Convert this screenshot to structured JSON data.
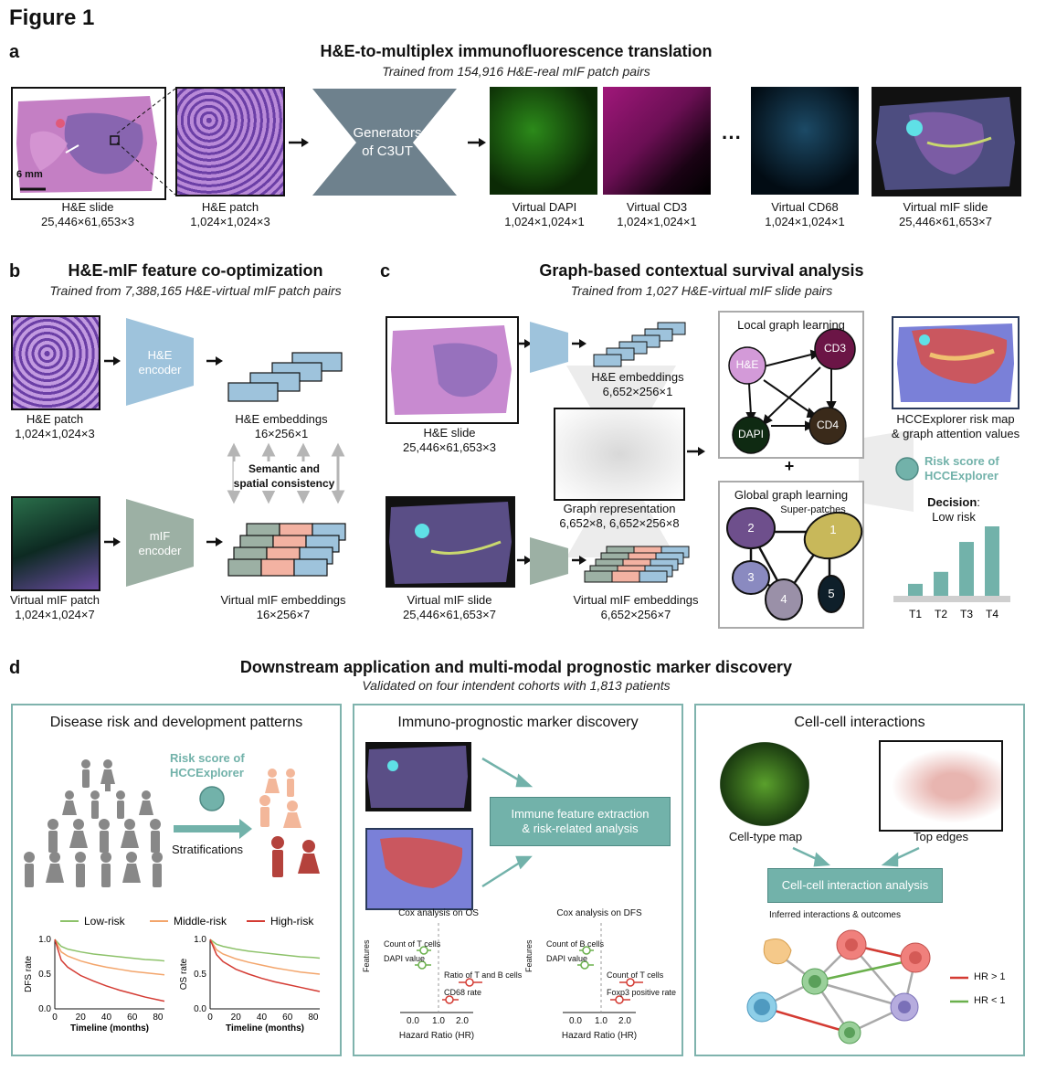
{
  "figure_title": "Figure 1",
  "colors": {
    "teal": "#72b2aa",
    "gray": "#6e818d",
    "blue": "#9ec3dc",
    "green_gray": "#9cb0a4",
    "salmon": "#f3b2a2",
    "green": "#8dc26a",
    "orange": "#f3a56b",
    "red": "#d43b33"
  },
  "panel_a": {
    "letter": "a",
    "title": "H&E-to-multiplex immunofluorescence translation",
    "subtitle": "Trained from 154,916 H&E-real mIF patch pairs",
    "scale_bar": "6 mm",
    "generator": "Generators\nof C3UT",
    "ellipsis": "···",
    "items": [
      {
        "name": "H&E slide",
        "dims": "25,446×61,653×3"
      },
      {
        "name": "H&E patch",
        "dims": "1,024×1,024×3"
      },
      {
        "name": "Virtual DAPI",
        "dims": "1,024×1,024×1"
      },
      {
        "name": "Virtual CD3",
        "dims": "1,024×1,024×1"
      },
      {
        "name": "Virtual CD68",
        "dims": "1,024×1,024×1"
      },
      {
        "name": "Virtual mIF slide",
        "dims": "25,446×61,653×7"
      }
    ]
  },
  "panel_b": {
    "letter": "b",
    "title": "H&E-mIF feature co-optimization",
    "subtitle": "Trained from 7,388,165 H&E-virtual mIF patch pairs",
    "he_encoder": "H&E\nencoder",
    "mif_encoder": "mIF\nencoder",
    "consistency": "Semantic and\nspatial consistency",
    "he_patch": {
      "name": "H&E patch",
      "dims": "1,024×1,024×3"
    },
    "he_emb": {
      "name": "H&E embeddings",
      "dims": "16×256×1"
    },
    "mif_patch": {
      "name": "Virtual mIF patch",
      "dims": "1,024×1,024×7"
    },
    "mif_emb": {
      "name": "Virtual mIF embeddings",
      "dims": "16×256×7"
    }
  },
  "panel_c": {
    "letter": "c",
    "title": "Graph-based contextual survival analysis",
    "subtitle": "Trained from 1,027 H&E-virtual mIF slide pairs",
    "he_slide": {
      "name": "H&E slide",
      "dims": "25,446×61,653×3"
    },
    "he_emb": {
      "name": "H&E embeddings",
      "dims": "6,652×256×1"
    },
    "graph_rep": {
      "name": "Graph representation",
      "dims": "6,652×8, 6,652×256×8"
    },
    "mif_slide": {
      "name": "Virtual mIF slide",
      "dims": "25,446×61,653×7"
    },
    "mif_emb": {
      "name": "Virtual mIF embeddings",
      "dims": "6,652×256×7"
    },
    "local_title": "Local graph learning",
    "local_nodes": [
      "H&E",
      "CD3",
      "DAPI",
      "CD4"
    ],
    "plus": "+",
    "global_title": "Global graph learning",
    "superpatches": "Super-patches",
    "global_nodes": [
      "1",
      "2",
      "3",
      "4",
      "5"
    ],
    "riskmap_label": "HCCExplorer risk map\n& graph attention values",
    "risk_score": "Risk score of\nHCCExplorer",
    "decision_label": "Decision",
    "decision_colon": ":",
    "decision_value": "Low risk",
    "risk_bars": {
      "categories": [
        "T1",
        "T2",
        "T3",
        "T4"
      ],
      "values": [
        1,
        2,
        4.5,
        5.8
      ]
    }
  },
  "panel_d": {
    "letter": "d",
    "title": "Downstream application and multi-modal prognostic marker discovery",
    "subtitle": "Validated on four intendent cohorts with 1,813 patients",
    "box1": {
      "title": "Disease risk and development patterns",
      "risk_score": "Risk score of\nHCCExplorer",
      "stratifications": "Stratifications",
      "legend": [
        "Low-risk",
        "Middle-risk",
        "High-risk"
      ]
    },
    "box2": {
      "title": "Immuno-prognostic marker discovery",
      "extraction": "Immune feature extraction\n& risk-related analysis",
      "os_title": "Cox analysis on OS",
      "dfs_title": "Cox analysis on DFS",
      "features_label": "Features",
      "xlabel": "Hazard Ratio (HR)",
      "ticks": [
        "0.0",
        "1.0",
        "2.0"
      ],
      "os_features": [
        "Count of T cells",
        "DAPI value",
        "Ratio of T and B cells",
        "CD68 rate"
      ],
      "dfs_features": [
        "Count of B cells",
        "DAPI value",
        "Count of T cells",
        "Foxp3 positive rate"
      ]
    },
    "box3": {
      "title": "Cell-cell interactions",
      "celltype": "Cell-type map",
      "topedges": "Top edges",
      "analysis": "Cell-cell interaction analysis",
      "inferred": "Inferred interactions & outcomes",
      "hr_gt": "HR > 1",
      "hr_lt": "HR < 1"
    }
  },
  "chart_data": [
    {
      "type": "line",
      "title": "",
      "xlabel": "Timeline (months)",
      "ylabel": "DFS rate",
      "xlim": [
        0,
        85
      ],
      "ylim": [
        0.0,
        1.0
      ],
      "x_ticks": [
        0,
        20,
        40,
        60,
        80
      ],
      "y_ticks": [
        "0.0",
        "0.5",
        "1.0"
      ],
      "x": [
        0,
        5,
        10,
        20,
        30,
        40,
        50,
        60,
        70,
        80,
        85
      ],
      "series": [
        {
          "name": "Low-risk",
          "values": [
            1.0,
            0.9,
            0.86,
            0.82,
            0.79,
            0.77,
            0.75,
            0.73,
            0.71,
            0.7,
            0.69
          ]
        },
        {
          "name": "Middle-risk",
          "values": [
            1.0,
            0.82,
            0.76,
            0.69,
            0.64,
            0.6,
            0.57,
            0.54,
            0.52,
            0.5,
            0.49
          ]
        },
        {
          "name": "High-risk",
          "values": [
            1.0,
            0.7,
            0.6,
            0.48,
            0.4,
            0.33,
            0.27,
            0.22,
            0.17,
            0.13,
            0.11
          ]
        }
      ]
    },
    {
      "type": "line",
      "title": "",
      "xlabel": "Timeline (months)",
      "ylabel": "OS rate",
      "xlim": [
        0,
        85
      ],
      "ylim": [
        0.0,
        1.0
      ],
      "x_ticks": [
        0,
        20,
        40,
        60,
        80
      ],
      "y_ticks": [
        "0.0",
        "0.5",
        "1.0"
      ],
      "x": [
        0,
        5,
        10,
        20,
        30,
        40,
        50,
        60,
        70,
        80,
        85
      ],
      "series": [
        {
          "name": "Low-risk",
          "values": [
            1.0,
            0.93,
            0.9,
            0.86,
            0.83,
            0.81,
            0.79,
            0.77,
            0.75,
            0.74,
            0.73
          ]
        },
        {
          "name": "Middle-risk",
          "values": [
            1.0,
            0.85,
            0.79,
            0.72,
            0.67,
            0.63,
            0.59,
            0.56,
            0.53,
            0.51,
            0.5
          ]
        },
        {
          "name": "High-risk",
          "values": [
            1.0,
            0.78,
            0.68,
            0.57,
            0.5,
            0.44,
            0.39,
            0.35,
            0.31,
            0.27,
            0.25
          ]
        }
      ]
    }
  ]
}
